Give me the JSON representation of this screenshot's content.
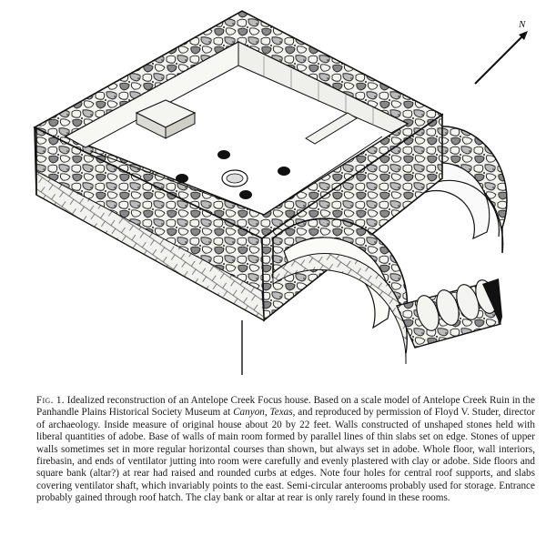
{
  "figure": {
    "north_arrow_label": "N",
    "caption": {
      "label": "Fig. 1.",
      "before_place": "Idealized reconstruction of an Antelope Creek Focus house. Based on a scale model of Antelope Creek Ruin in the Panhandle Plains Historical Society Museum at ",
      "place": "Canyon, Texas",
      "after_place": ", and reproduced by permission of Floyd V. Studer, director of archaeology. Inside measure of original house about 20 by 22 feet. Walls constructed of unshaped stones held with liberal quantities of adobe. Base of walls of main room formed by parallel lines of thin slabs set on edge. Stones of upper walls sometimes set in more regular horizontal courses than shown, but always set in adobe. Whole floor, wall interiors, firebasin, and ends of ventilator jutting into room were carefully and evenly plastered with clay or adobe. Side floors and square bank (altar?) at rear had raised and rounded curbs at edges. Note four holes for central roof supports, and slabs covering ventilator shaft, which invariably points to the east. Semi-circular anterooms probably used for storage. Entrance probably gained through roof hatch. The clay bank or altar at rear is only rarely found in these rooms."
    }
  }
}
